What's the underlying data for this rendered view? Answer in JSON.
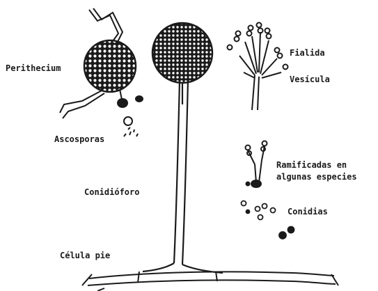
{
  "labels": {
    "perithecium": "Perithecium",
    "ascosporas": "Ascosporas",
    "fialida": "Fialida",
    "vesicula": "Vesícula",
    "ramificadas_1": "Ramificadas en",
    "ramificadas_2": "algunas especies",
    "conidioforo": "Conidióforo",
    "conidias": "Conidias",
    "celula_pie": "Célula pie"
  },
  "colors": {
    "ink": "#1a1a1a",
    "paper": "#ffffff"
  }
}
